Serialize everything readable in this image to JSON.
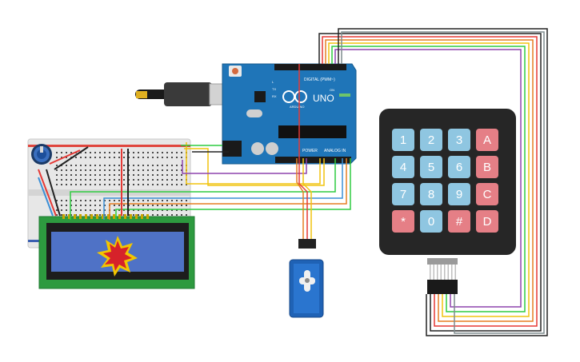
{
  "arduino": {
    "brand": "ARDUINO",
    "model": "UNO",
    "digital_label": "DIGITAL (PWM~)",
    "power_label": "POWER",
    "analog_label": "ANALOG IN",
    "on_label": "ON",
    "tx_label": "TX",
    "rx_label": "RX",
    "l_label": "L"
  },
  "keypad": {
    "keys": [
      "1",
      "2",
      "3",
      "A",
      "4",
      "5",
      "6",
      "B",
      "7",
      "8",
      "9",
      "C",
      "*",
      "0",
      "#",
      "D"
    ],
    "colors": {
      "number": "#8fc6e1",
      "letter": "#e57f86",
      "body": "#262626"
    }
  },
  "lcd": {
    "screen_color": "#4f72c6",
    "board_color": "#2d9a3f"
  },
  "wire_colors": [
    "#222222",
    "#e53935",
    "#ffffff",
    "#8e44ad",
    "#2ecc40",
    "#f1c40f",
    "#e67e22",
    "#3b8fd6",
    "#7f8c8d"
  ]
}
